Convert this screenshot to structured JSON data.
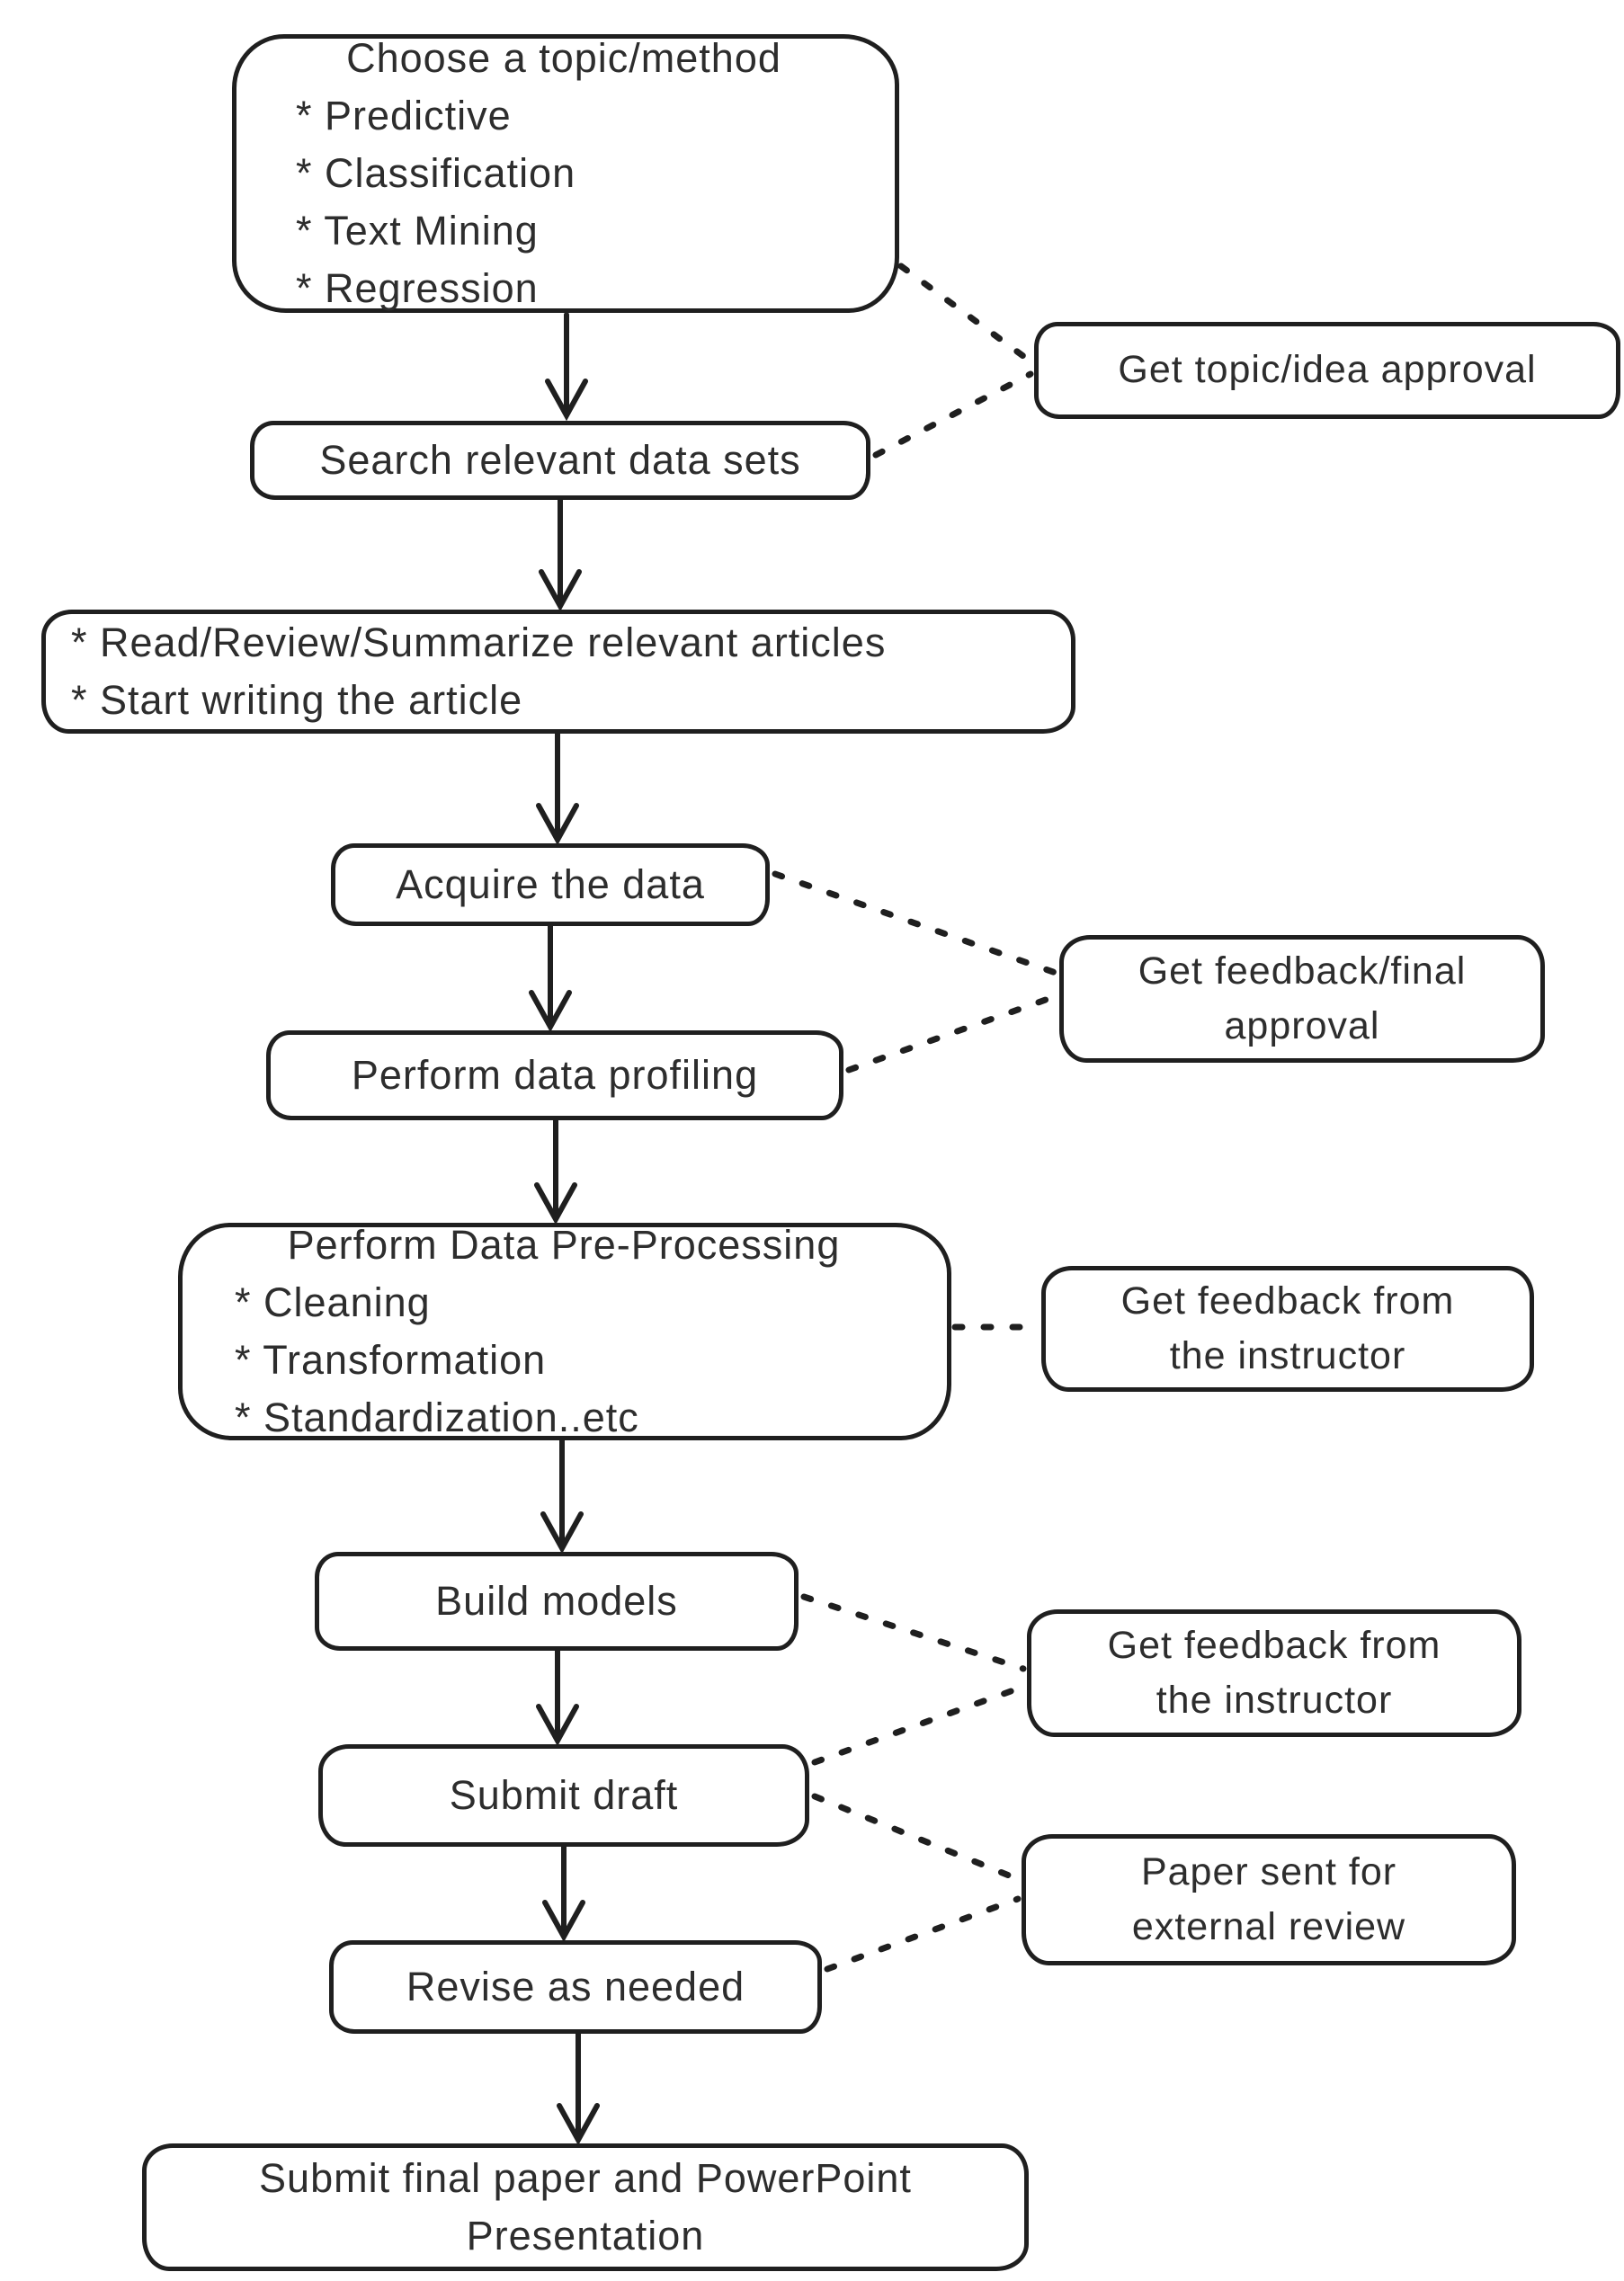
{
  "diagram": {
    "colors": {
      "stroke": "#1f1f1f",
      "text": "#2d2d2d",
      "background": "#ffffff"
    },
    "nodes": {
      "choose_topic": {
        "title": "Choose a topic/method",
        "bullets": [
          "* Predictive",
          "* Classification",
          "* Text Mining",
          "* Regression"
        ]
      },
      "approval_topic": {
        "label": "Get topic/idea approval"
      },
      "search_datasets": {
        "label": "Search relevant data sets"
      },
      "read_review": {
        "lines": [
          "* Read/Review/Summarize relevant articles",
          "* Start writing the article"
        ]
      },
      "acquire_data": {
        "label": "Acquire the data"
      },
      "feedback_final": {
        "label": "Get feedback/final approval"
      },
      "data_profiling": {
        "label": "Perform data profiling"
      },
      "preprocessing": {
        "title": "Perform Data Pre-Processing",
        "bullets": [
          "* Cleaning",
          "* Transformation",
          "* Standardization..etc"
        ]
      },
      "feedback_instructor_1": {
        "label": "Get feedback from the instructor"
      },
      "build_models": {
        "label": "Build models"
      },
      "feedback_instructor_2": {
        "label": "Get feedback from the instructor"
      },
      "submit_draft": {
        "label": "Submit draft"
      },
      "external_review": {
        "label": "Paper sent for external review"
      },
      "revise": {
        "label": "Revise as needed"
      },
      "final_submit": {
        "label": "Submit final paper and PowerPoint Presentation"
      }
    },
    "solid_arrows": [
      [
        "choose_topic",
        "search_datasets"
      ],
      [
        "search_datasets",
        "read_review"
      ],
      [
        "read_review",
        "acquire_data"
      ],
      [
        "acquire_data",
        "data_profiling"
      ],
      [
        "data_profiling",
        "preprocessing"
      ],
      [
        "preprocessing",
        "build_models"
      ],
      [
        "build_models",
        "submit_draft"
      ],
      [
        "submit_draft",
        "revise"
      ],
      [
        "revise",
        "final_submit"
      ]
    ],
    "dotted_links": [
      [
        "choose_topic",
        "approval_topic"
      ],
      [
        "search_datasets",
        "approval_topic"
      ],
      [
        "acquire_data",
        "feedback_final"
      ],
      [
        "data_profiling",
        "feedback_final"
      ],
      [
        "preprocessing",
        "feedback_instructor_1"
      ],
      [
        "build_models",
        "feedback_instructor_2"
      ],
      [
        "submit_draft",
        "feedback_instructor_2"
      ],
      [
        "submit_draft",
        "external_review"
      ],
      [
        "revise",
        "external_review"
      ]
    ]
  }
}
